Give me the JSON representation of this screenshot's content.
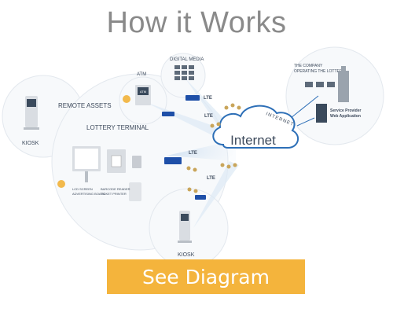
{
  "header": {
    "title": "How it Works"
  },
  "diagram": {
    "internet": "Internet",
    "internet_arc": "INTERNET",
    "remote_assets": "REMOTE ASSETS",
    "kiosk_left": "KIOSK",
    "kiosk_bottom": "KIOSK",
    "lottery_terminal": "LOTTERY TERMINAL",
    "atm": "ATM",
    "atm_screen": "ATM",
    "digital_media": "DIGITAL MEDIA",
    "company_line1": "THE COMPANY",
    "company_line2": "OPERATING THE LOTTERY",
    "service_line1": "Service Provider",
    "service_line2": "Web Application",
    "lcd_line1": "LCD SCREEN",
    "lcd_line2": "ADVERTISING BOARD",
    "reader_line1": "BARCODE READER",
    "reader_line2": "TICKET PRINTER",
    "lte": "LTE"
  },
  "cta": {
    "label": "See Diagram"
  },
  "colors": {
    "accent": "#f4b43c",
    "brand": "#1e4fa8",
    "cloud_border": "#2d6fb7",
    "text": "#3d4a5c"
  }
}
